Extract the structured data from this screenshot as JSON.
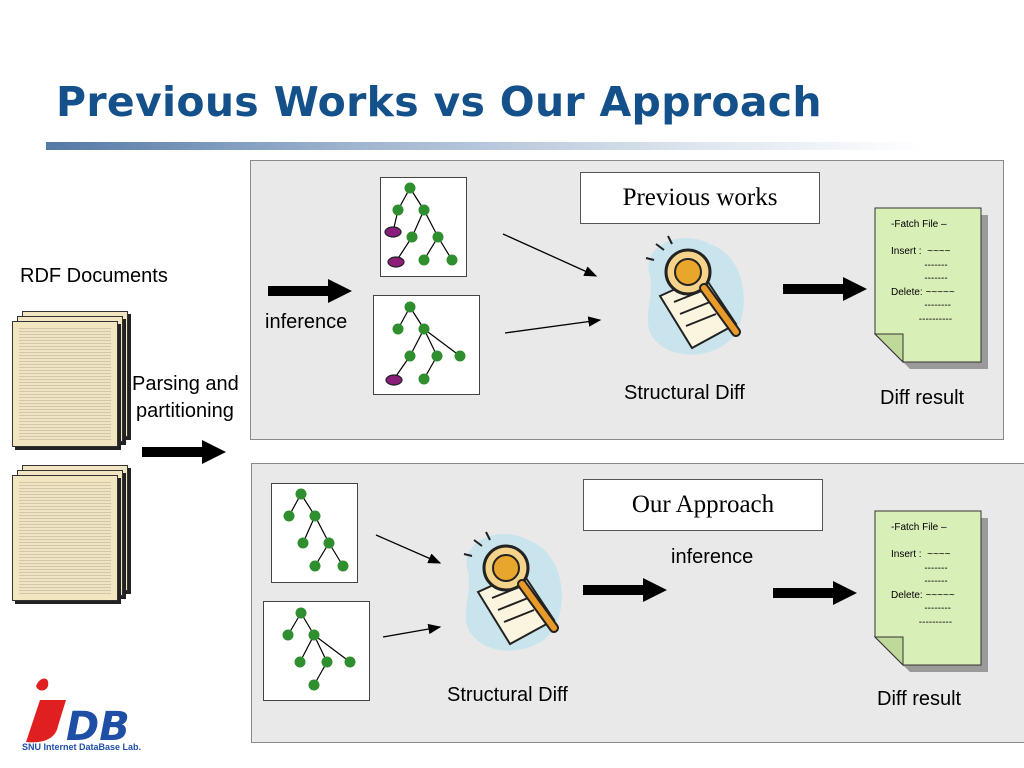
{
  "title": "Previous Works vs Our Approach",
  "left": {
    "rdf_label": "RDF Documents",
    "parsing_label_line1": "Parsing and",
    "parsing_label_line2": "partitioning"
  },
  "top_panel": {
    "header": "Previous works",
    "inference_label": "inference",
    "structural_diff_label": "Structural Diff",
    "diff_result_label": "Diff result",
    "note_text": "-Fatch File –\n\nInsert :  ~~~~\n            -------\n            -------\nDelete: ~~~~~\n            --------\n          ----------"
  },
  "bottom_panel": {
    "header": "Our Approach",
    "inference_label": "inference",
    "structural_diff_label": "Structural Diff",
    "diff_result_label": "Diff result",
    "note_text": "-Fatch File –\n\nInsert :  ~~~~\n            -------\n            -------\nDelete: ~~~~~\n            --------\n          ----------"
  },
  "logo": {
    "caption": "SNU Internet DataBase Lab."
  },
  "colors": {
    "title": "#14508a",
    "node_green": "#2f8f2f",
    "node_purple": "#8b1e7a",
    "note_fill": "#d9efb8",
    "panel": "#e9e9e9"
  }
}
